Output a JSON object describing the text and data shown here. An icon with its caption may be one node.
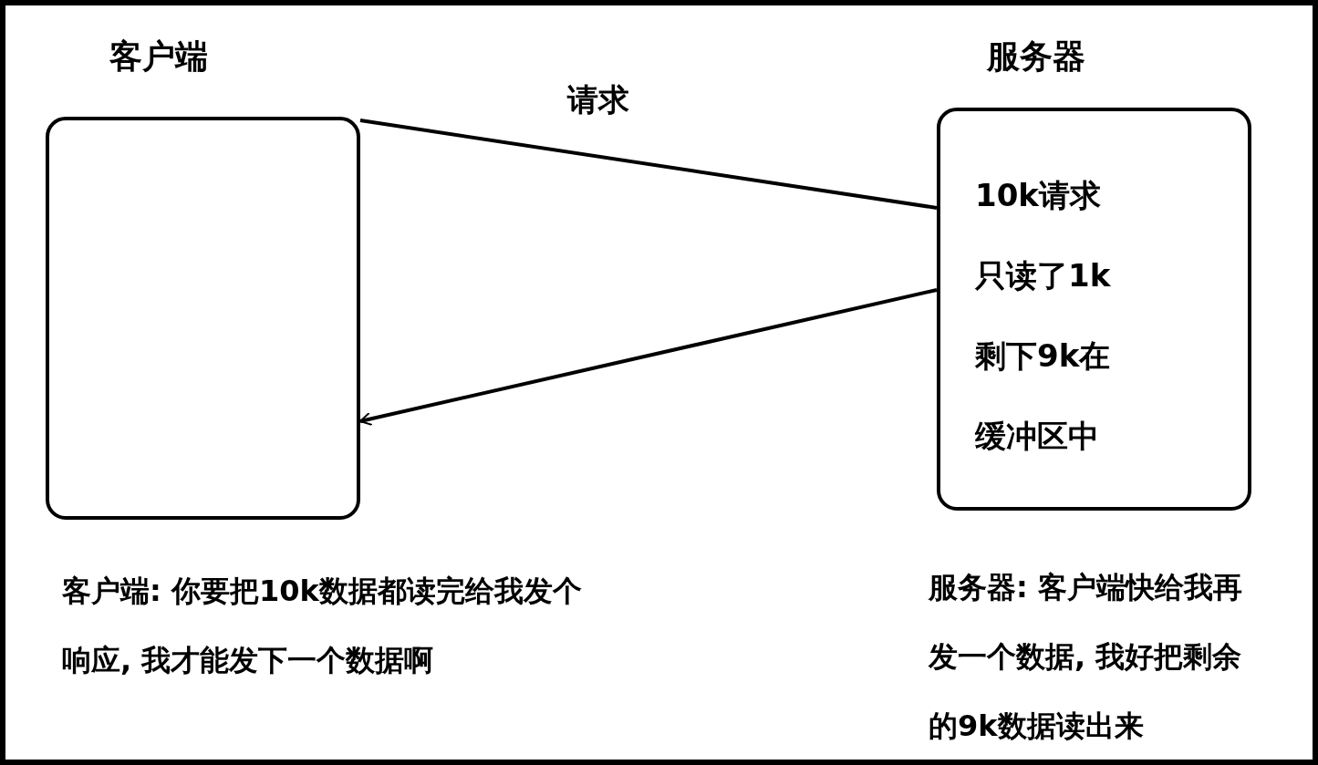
{
  "diagram": {
    "nodes": [
      {
        "text": [
          "客户端"
        ]
      },
      {
        "text": [
          "服务器",
          "10k请求",
          "只读了1k",
          "剩下9k在",
          "缓冲区中"
        ]
      }
    ],
    "edges": [
      {
        "from": 0,
        "to": 1,
        "arrow": "none",
        "label": "请求"
      },
      {
        "from": 1,
        "to": 0,
        "arrow": "to"
      }
    ],
    "labels": [
      "客户端: 你要把10k数据都读完给我发个响应, 我才能发下一个数据啊",
      "服务器: 客户端快给我再发一个数据, 我好把剩余的9k数据读出来"
    ]
  }
}
